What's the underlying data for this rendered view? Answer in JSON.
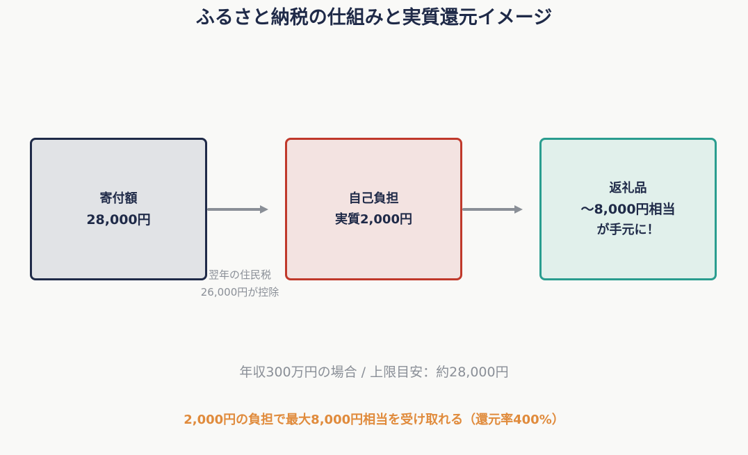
{
  "title": "ふるさと納税の仕組みと実質還元イメージ",
  "boxes": {
    "donation": {
      "line1": "寄付額",
      "line2": "28,000円"
    },
    "burden": {
      "line1": "自己負担",
      "line2": "実質2,000円"
    },
    "gift": {
      "line1": "返礼品",
      "line2": "〜8,000円相当",
      "line3": "が手元に！"
    }
  },
  "deduction_note": {
    "line1": "翌年の住民税",
    "line2": "26,000円が控除"
  },
  "condition_text": "年収300万円の場合 / 上限目安：約28,000円",
  "summary_text": "2,000円の負担で最大8,000円相当を受け取れる（還元率400%）",
  "colors": {
    "navy": "#1f2a48",
    "red": "#c0392b",
    "teal": "#2a9d8f",
    "orange": "#e08b3c",
    "gray": "#8a8f97"
  }
}
